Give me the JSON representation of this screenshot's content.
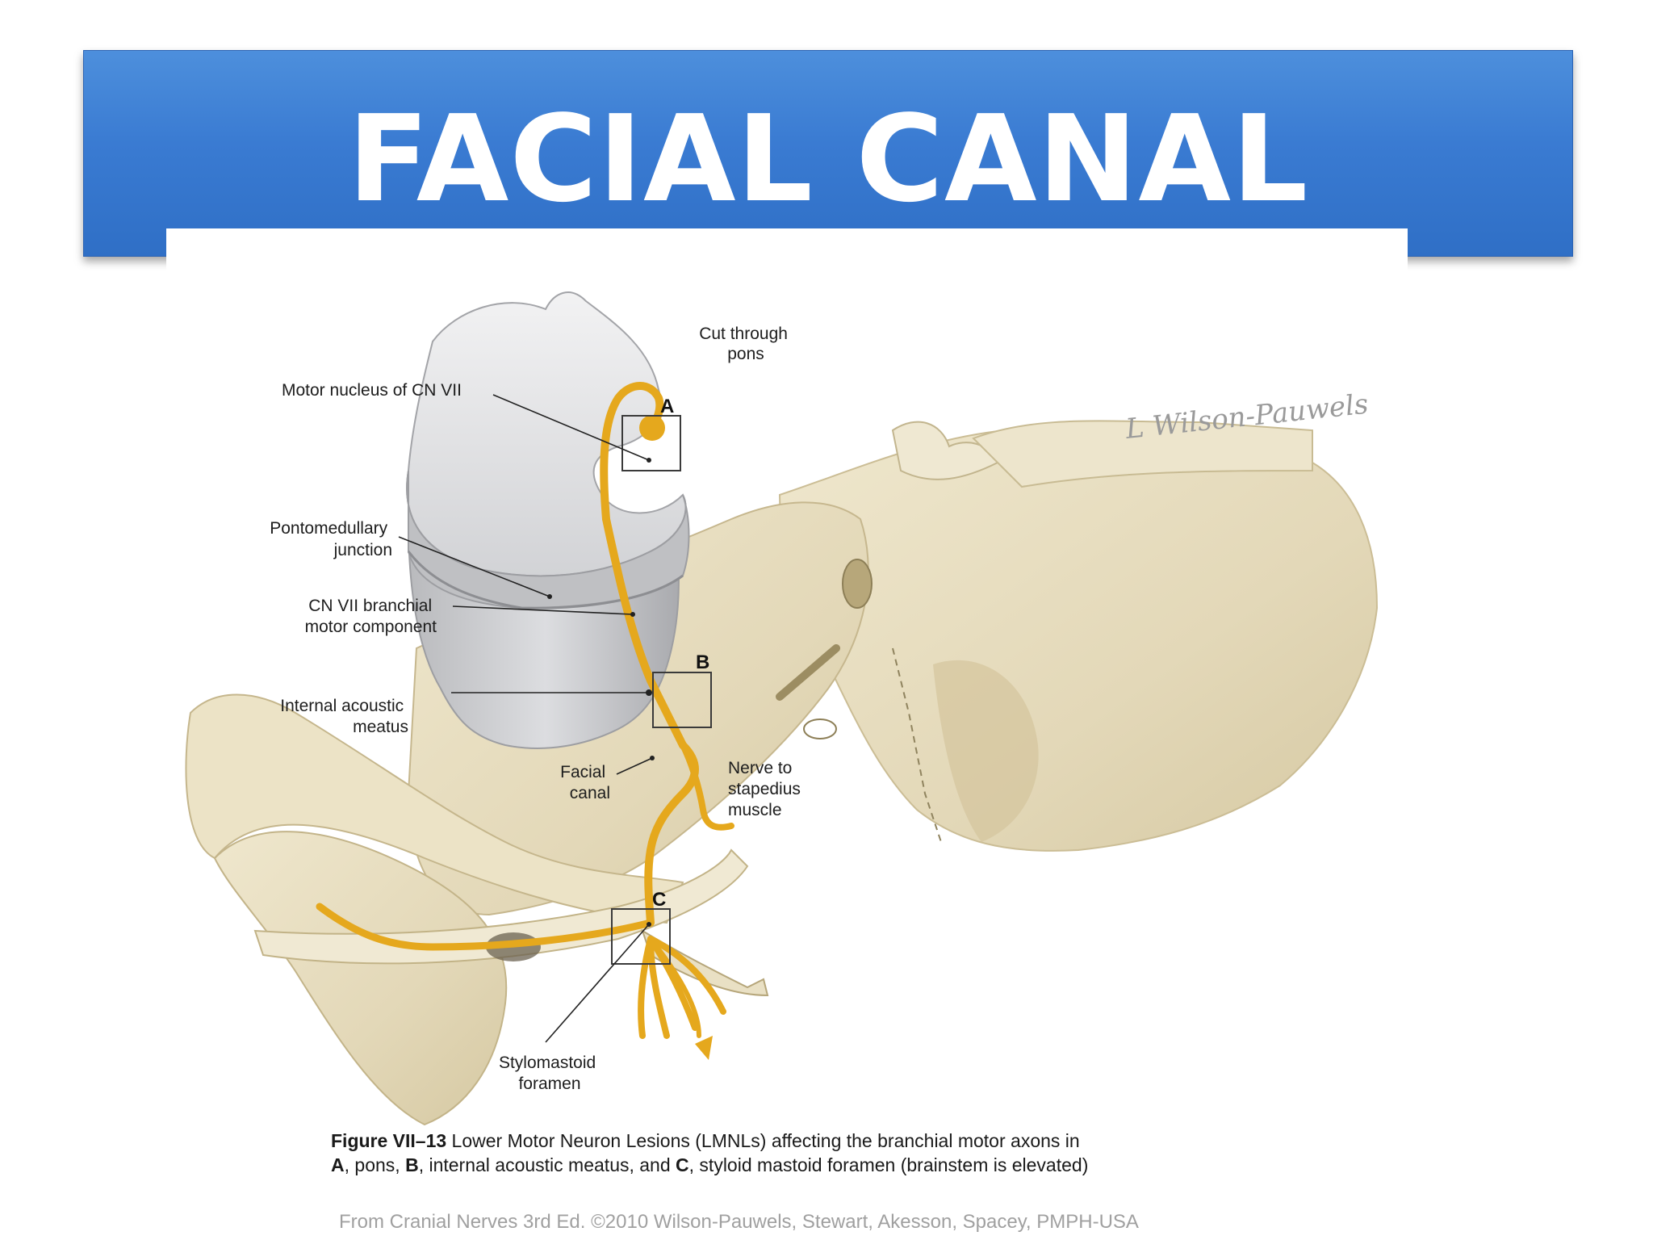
{
  "slide": {
    "title": "FACIAL CANAL"
  },
  "labels": {
    "cut_through_pons": [
      "Cut through",
      "pons"
    ],
    "motor_nucleus": "Motor nucleus of CN VII",
    "pontomedullary": [
      "Pontomedullary",
      "junction"
    ],
    "branchial_motor": [
      "CN VII branchial",
      "motor component"
    ],
    "internal_acoustic": [
      "Internal acoustic",
      "meatus"
    ],
    "facial_canal": [
      "Facial",
      "canal"
    ],
    "nerve_stapedius": [
      "Nerve to",
      "stapedius",
      "muscle"
    ],
    "stylomastoid": [
      "Stylomastoid",
      "foramen"
    ],
    "box_a": "A",
    "box_b": "B",
    "box_c": "C"
  },
  "signature": "L Wilson-Pauwels",
  "caption": {
    "fig_label": "Figure VII–13",
    "line1_rest": " Lower Motor Neuron Lesions (LMNLs) affecting the branchial motor axons in",
    "a": "A",
    "a_text": ", pons, ",
    "b": "B",
    "b_text": ", internal acoustic meatus, and ",
    "c": "C",
    "c_text": ", styloid mastoid foramen (brainstem is elevated)"
  },
  "credit": "From Cranial Nerves 3rd Ed. ©2010 Wilson-Pauwels, Stewart, Akesson, Spacey, PMPH-USA",
  "colors": {
    "title_bar": "#3a7bd2",
    "bone": "#e8dfc3",
    "nerve": "#e5a81d",
    "brainstem": "#c9cacd"
  }
}
